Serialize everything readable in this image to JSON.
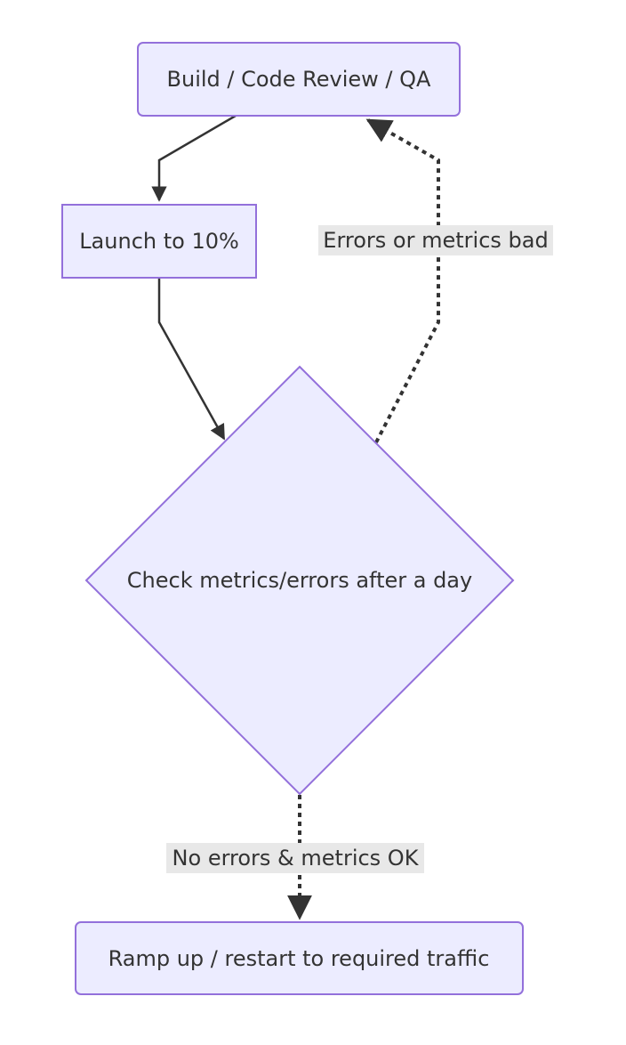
{
  "colors": {
    "node_fill": "#ECECFF",
    "node_stroke": "#9370DB",
    "edge": "#333333",
    "edge_label_bg": "#E8E8E8",
    "text": "#333333"
  },
  "nodes": {
    "build": {
      "label": "Build / Code Review / QA"
    },
    "launch": {
      "label": "Launch to 10%"
    },
    "check": {
      "label": "Check metrics/errors after a day"
    },
    "ramp": {
      "label": "Ramp up / restart to required traffic"
    }
  },
  "edges": {
    "build_to_launch": {
      "label": "",
      "style": "solid"
    },
    "launch_to_check": {
      "label": "",
      "style": "solid"
    },
    "check_to_build": {
      "label": "Errors or metrics bad",
      "style": "dotted"
    },
    "check_to_ramp": {
      "label": "No errors & metrics OK",
      "style": "dotted"
    }
  }
}
